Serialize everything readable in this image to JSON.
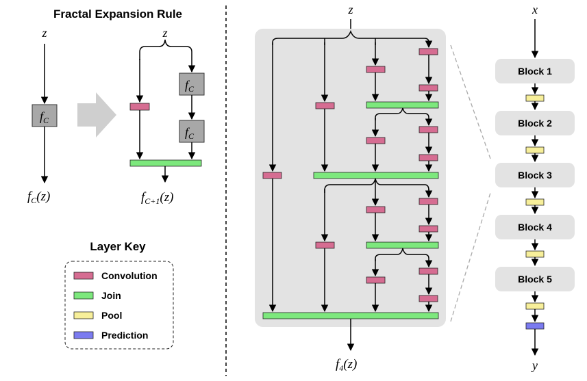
{
  "left_panel": {
    "title": "Fractal Expansion Rule",
    "input_var": "z",
    "block_label": "f",
    "block_sub": "C",
    "output_main": "f",
    "output_sub": "C",
    "output_arg": "(z)",
    "expanded_input_var": "z",
    "expanded_output_main": "f",
    "expanded_output_sub": "C+1",
    "expanded_output_arg": "(z)"
  },
  "layer_key": {
    "title": "Layer Key",
    "items": [
      {
        "label": "Convolution",
        "color": "#d66d92"
      },
      {
        "label": "Join",
        "color": "#7de87d"
      },
      {
        "label": "Pool",
        "color": "#f7ef9a"
      },
      {
        "label": "Prediction",
        "color": "#7b7bf0"
      }
    ]
  },
  "middle_panel": {
    "input_var": "z",
    "output_main": "f",
    "output_sub": "4",
    "output_arg": "(z)"
  },
  "right_panel": {
    "input_var": "x",
    "output_var": "y",
    "blocks": [
      "Block 1",
      "Block 2",
      "Block 3",
      "Block 4",
      "Block 5"
    ]
  },
  "colors": {
    "conv": "#d66d92",
    "join": "#7de87d",
    "pool": "#f7ef9a",
    "pred": "#7b7bf0",
    "panel_bg": "#e3e3e3",
    "fc_box": "#a8a8a8"
  }
}
